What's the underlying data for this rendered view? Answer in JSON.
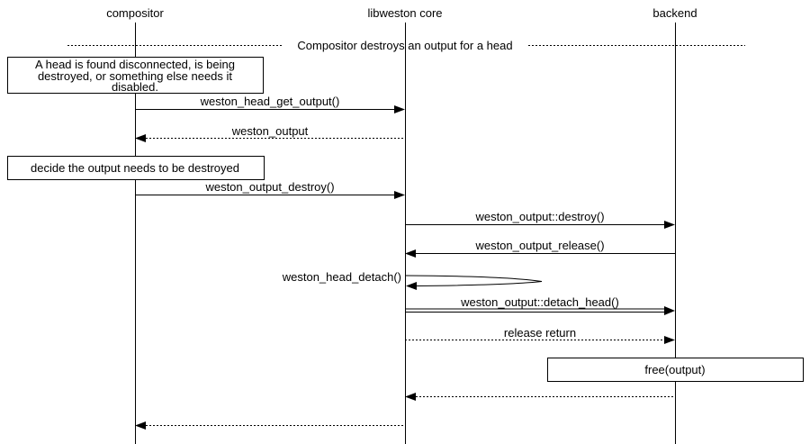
{
  "actors": {
    "compositor": "compositor",
    "libweston": "libweston core",
    "backend": "backend"
  },
  "divider": {
    "label": "Compositor destroys an output for a head"
  },
  "notes": {
    "head_disconnected_line1": "A head is found disconnected, is being",
    "head_disconnected_line2": "destroyed, or something else needs it",
    "head_disconnected_line3": "disabled.",
    "decide_output": "decide the output needs to be destroyed",
    "free_output": "free(output)"
  },
  "messages": {
    "get_output": "weston_head_get_output()",
    "output_return": "weston_output",
    "output_destroy": "weston_output_destroy()",
    "backend_destroy": "weston_output::destroy()",
    "output_release": "weston_output_release()",
    "head_detach": "weston_head_detach()",
    "detach_head": "weston_output::detach_head()",
    "release_return": "release return"
  },
  "colors": {
    "line": "#000000",
    "background": "#ffffff"
  }
}
